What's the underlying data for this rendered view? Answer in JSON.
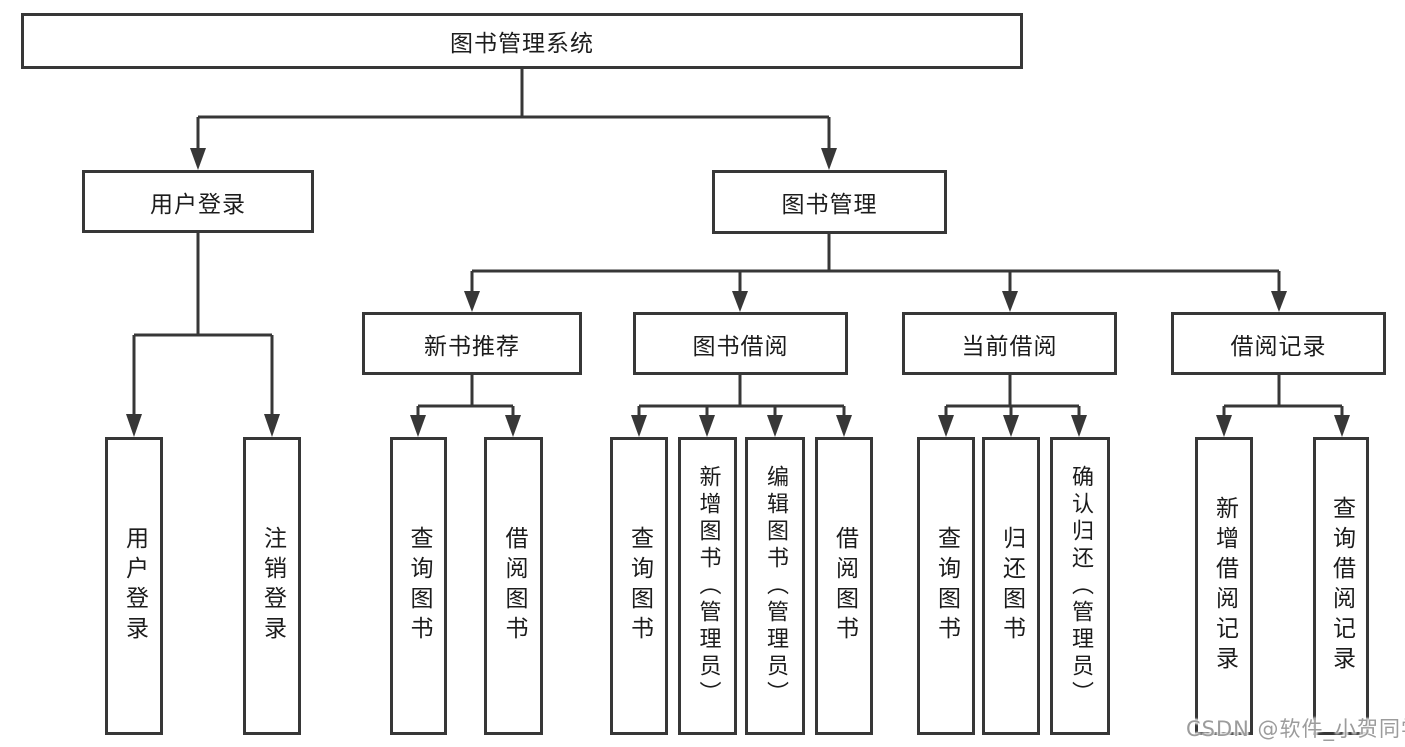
{
  "diagram": {
    "root": "图书管理系统",
    "branches": [
      {
        "label": "用户登录",
        "children": [
          "用户登录",
          "注销登录"
        ]
      },
      {
        "label": "图书管理",
        "sections": [
          {
            "label": "新书推荐",
            "children": [
              "查询图书",
              "借阅图书"
            ]
          },
          {
            "label": "图书借阅",
            "children": [
              "查询图书",
              "新增图书（管理员）",
              "编辑图书（管理员）",
              "借阅图书"
            ]
          },
          {
            "label": "当前借阅",
            "children": [
              "查询图书",
              "归还图书",
              "确认归还（管理员）"
            ]
          },
          {
            "label": "借阅记录",
            "children": [
              "新增借阅记录",
              "查询借阅记录"
            ]
          }
        ]
      }
    ]
  },
  "watermark": "CSDN @软件_小贺同学",
  "colors": {
    "line": "#373737",
    "text": "#1c1c1c",
    "watermark_text": "#9c9c9c",
    "background": "#ffffff"
  }
}
